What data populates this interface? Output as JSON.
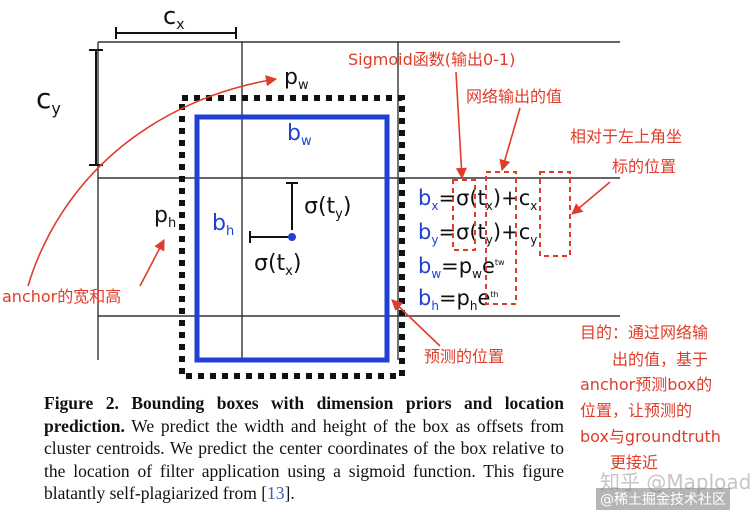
{
  "diagram": {
    "labels": {
      "cx": "c",
      "cx_sub": "x",
      "cy": "c",
      "cy_sub": "y",
      "pw": "p",
      "pw_sub": "w",
      "ph": "p",
      "ph_sub": "h",
      "bw": "b",
      "bw_sub": "w",
      "bh": "b",
      "bh_sub": "h",
      "sigma_ty": "σ(t",
      "sigma_ty_sub": "y",
      "sigma_ty_close": ")",
      "sigma_tx": "σ(t",
      "sigma_tx_sub": "x",
      "sigma_tx_close": ")"
    },
    "equations": {
      "eq1_lhs": "b",
      "eq1_lhs_sub": "x",
      "eq1_mid": "=σ(t",
      "eq1_mid_sub": "x",
      "eq1_rhs": ")+c",
      "eq1_rhs_sub": "x",
      "eq2_lhs": "b",
      "eq2_lhs_sub": "y",
      "eq2_mid": "=σ(t",
      "eq2_mid_sub": "y",
      "eq2_rhs": ")+c",
      "eq2_rhs_sub": "y",
      "eq3_lhs": "b",
      "eq3_lhs_sub": "w",
      "eq3_mid": "=p",
      "eq3_mid_sub": "w",
      "eq3_e": "e",
      "eq3_sup": "tw",
      "eq4_lhs": "b",
      "eq4_lhs_sub": "h",
      "eq4_mid": "=p",
      "eq4_mid_sub": "h",
      "eq4_e": "e",
      "eq4_sup": "th"
    },
    "annotations": {
      "sigmoid": "Sigmoid函数(输出0-1)",
      "network_output": "网络输出的值",
      "relative_topleft_1": "相对于左上角坐",
      "relative_topleft_2": "标的位置",
      "anchor_wh": "anchor的宽和高",
      "predicted_pos": "预测的位置",
      "purpose_1": "目的：通过网络输",
      "purpose_2": "出的值，基于",
      "purpose_3": "anchor预测box的",
      "purpose_4": "位置，让预测的",
      "purpose_5": "box与groundtruth",
      "purpose_6": "更接近"
    },
    "colors": {
      "blue": "#1f3fd6",
      "red": "#e03c2a",
      "grid": "#333333",
      "caption": "#111111"
    }
  },
  "caption": {
    "label": "Figure 2.",
    "bold": "Bounding boxes with dimension priors and location prediction.",
    "text": "We predict the width and height of the box as offsets from cluster centroids. We predict the center coordinates of the box relative to the location of filter application using a sigmoid function. This figure blatantly self-plagiarized from [",
    "ref": "13",
    "end": "]."
  },
  "watermark": {
    "main": "知乎 @Mapload",
    "sub": "@稀土掘金技术社区"
  }
}
